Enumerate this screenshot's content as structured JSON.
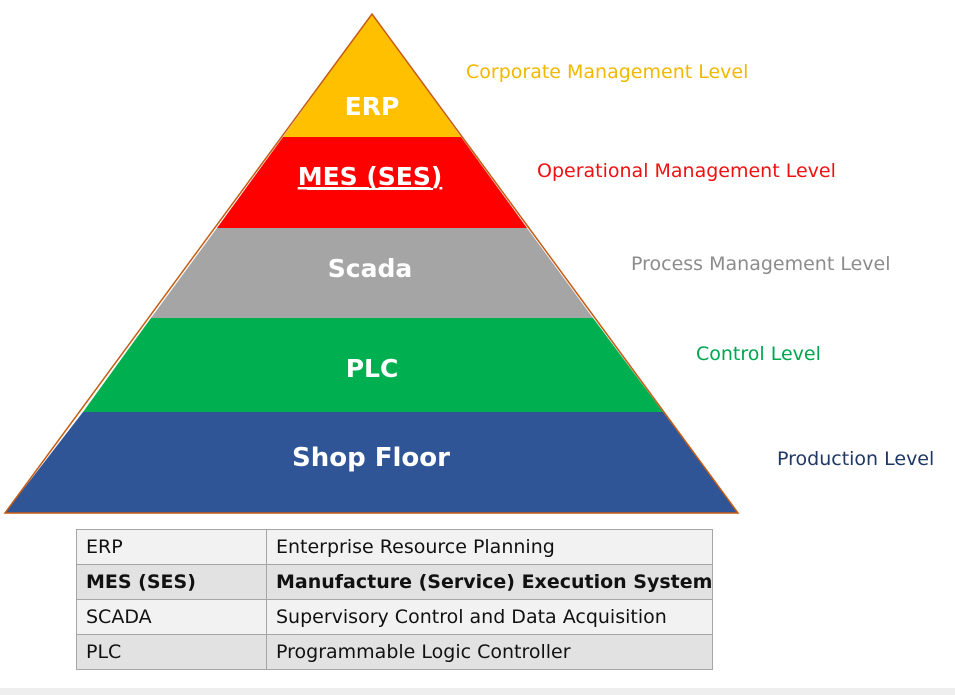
{
  "pyramid": {
    "bands": [
      {
        "label": "ERP",
        "color": "#ffc000",
        "underline": false
      },
      {
        "label": "MES (SES)",
        "color": "#ff0000",
        "underline": true
      },
      {
        "label": "Scada",
        "color": "#a5a5a5",
        "underline": false
      },
      {
        "label": "PLC",
        "color": "#00b050",
        "underline": false
      },
      {
        "label": "Shop Floor",
        "color": "#2f5597",
        "underline": false
      }
    ],
    "outline_color": "#c55a11"
  },
  "levels": {
    "corporate": "Corporate Management Level",
    "operational": "Operational Management Level",
    "process": "Process Management Level",
    "control": "Control Level",
    "production": "Production Level"
  },
  "table": {
    "rows": [
      {
        "abbr": "ERP",
        "full": "Enterprise Resource Planning",
        "bold": false
      },
      {
        "abbr": "MES (SES)",
        "full": "Manufacture (Service) Execution System",
        "bold": true
      },
      {
        "abbr": "SCADA",
        "full": "Supervisory Control and Data Acquisition",
        "bold": false
      },
      {
        "abbr": "PLC",
        "full": "Programmable Logic Controller",
        "bold": false
      }
    ]
  }
}
